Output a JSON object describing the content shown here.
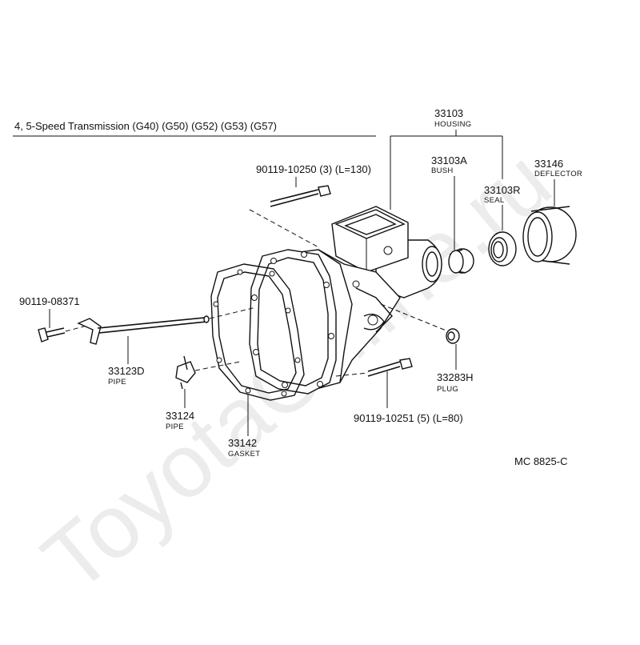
{
  "title": "4, 5-Speed Transmission (G40) (G50) (G52) (G53) (G57)",
  "reference_code": "MC 8825-C",
  "watermark": "ToyotaOnline.ru",
  "parts": {
    "housing": {
      "number": "33103",
      "name": "HOUSING"
    },
    "bush": {
      "number": "33103A",
      "name": "BUSH"
    },
    "seal": {
      "number": "33103R",
      "name": "SEAL"
    },
    "deflector": {
      "number": "33146",
      "name": "DEFLECTOR"
    },
    "bolt_upper": {
      "number": "90119-10250 (3) (L=130)"
    },
    "bolt_small": {
      "number": "90119-08371"
    },
    "pipe_long": {
      "number": "33123D",
      "name": "PIPE"
    },
    "pipe_short": {
      "number": "33124",
      "name": "PIPE"
    },
    "gasket": {
      "number": "33142",
      "name": "GASKET"
    },
    "plug": {
      "number": "33283H",
      "name": "PLUG"
    },
    "bolt_lower": {
      "number": "90119-10251 (5) (L=80)"
    }
  }
}
